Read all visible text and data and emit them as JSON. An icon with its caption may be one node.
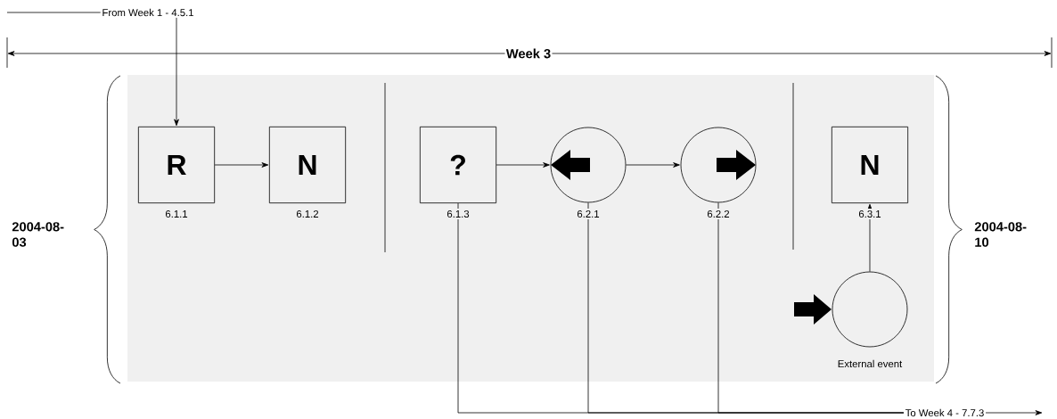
{
  "diagram": {
    "nodes": [
      {
        "text": [
          "From Week 1 - 4.5.1"
        ]
      },
      {
        "text": [
          "R"
        ],
        "beside": [
          "6.1.1"
        ]
      },
      {
        "text": [
          "N"
        ],
        "beside": [
          "6.1.2"
        ]
      },
      {
        "text": [
          "?"
        ],
        "beside": [
          "6.1.3"
        ]
      },
      {
        "text": [],
        "shape": "circle",
        "beside": [
          "6.2.1"
        ]
      },
      {
        "text": [],
        "shape": "circle",
        "beside": [
          "6.2.2"
        ]
      },
      {
        "text": [
          "N"
        ],
        "beside": [
          "6.3.1"
        ]
      },
      {
        "text": [],
        "shape": "circle",
        "beside": [
          "External event"
        ]
      },
      {
        "text": [
          "To Week 4 - 7.7.3"
        ]
      }
    ],
    "edges": [
      {
        "from": null,
        "to": 0,
        "arrow": "none"
      },
      {
        "from": 0,
        "to": 1,
        "arrow": "to"
      },
      {
        "from": 1,
        "to": 2,
        "arrow": "to"
      },
      {
        "from": 3,
        "to": 4,
        "arrow": "to"
      },
      {
        "from": 4,
        "to": 5,
        "arrow": "to"
      },
      {
        "from": 7,
        "to": 6,
        "arrow": "to"
      },
      {
        "from": 3,
        "to": 8,
        "arrow": "none"
      },
      {
        "from": 4,
        "to": 8,
        "arrow": "none"
      },
      {
        "from": 5,
        "to": 8,
        "arrow": "none"
      },
      {
        "from": 8,
        "to": null,
        "arrow": "to"
      }
    ],
    "labels": [
      "Week 3",
      "2004-08-03",
      "2004-08-10"
    ]
  }
}
